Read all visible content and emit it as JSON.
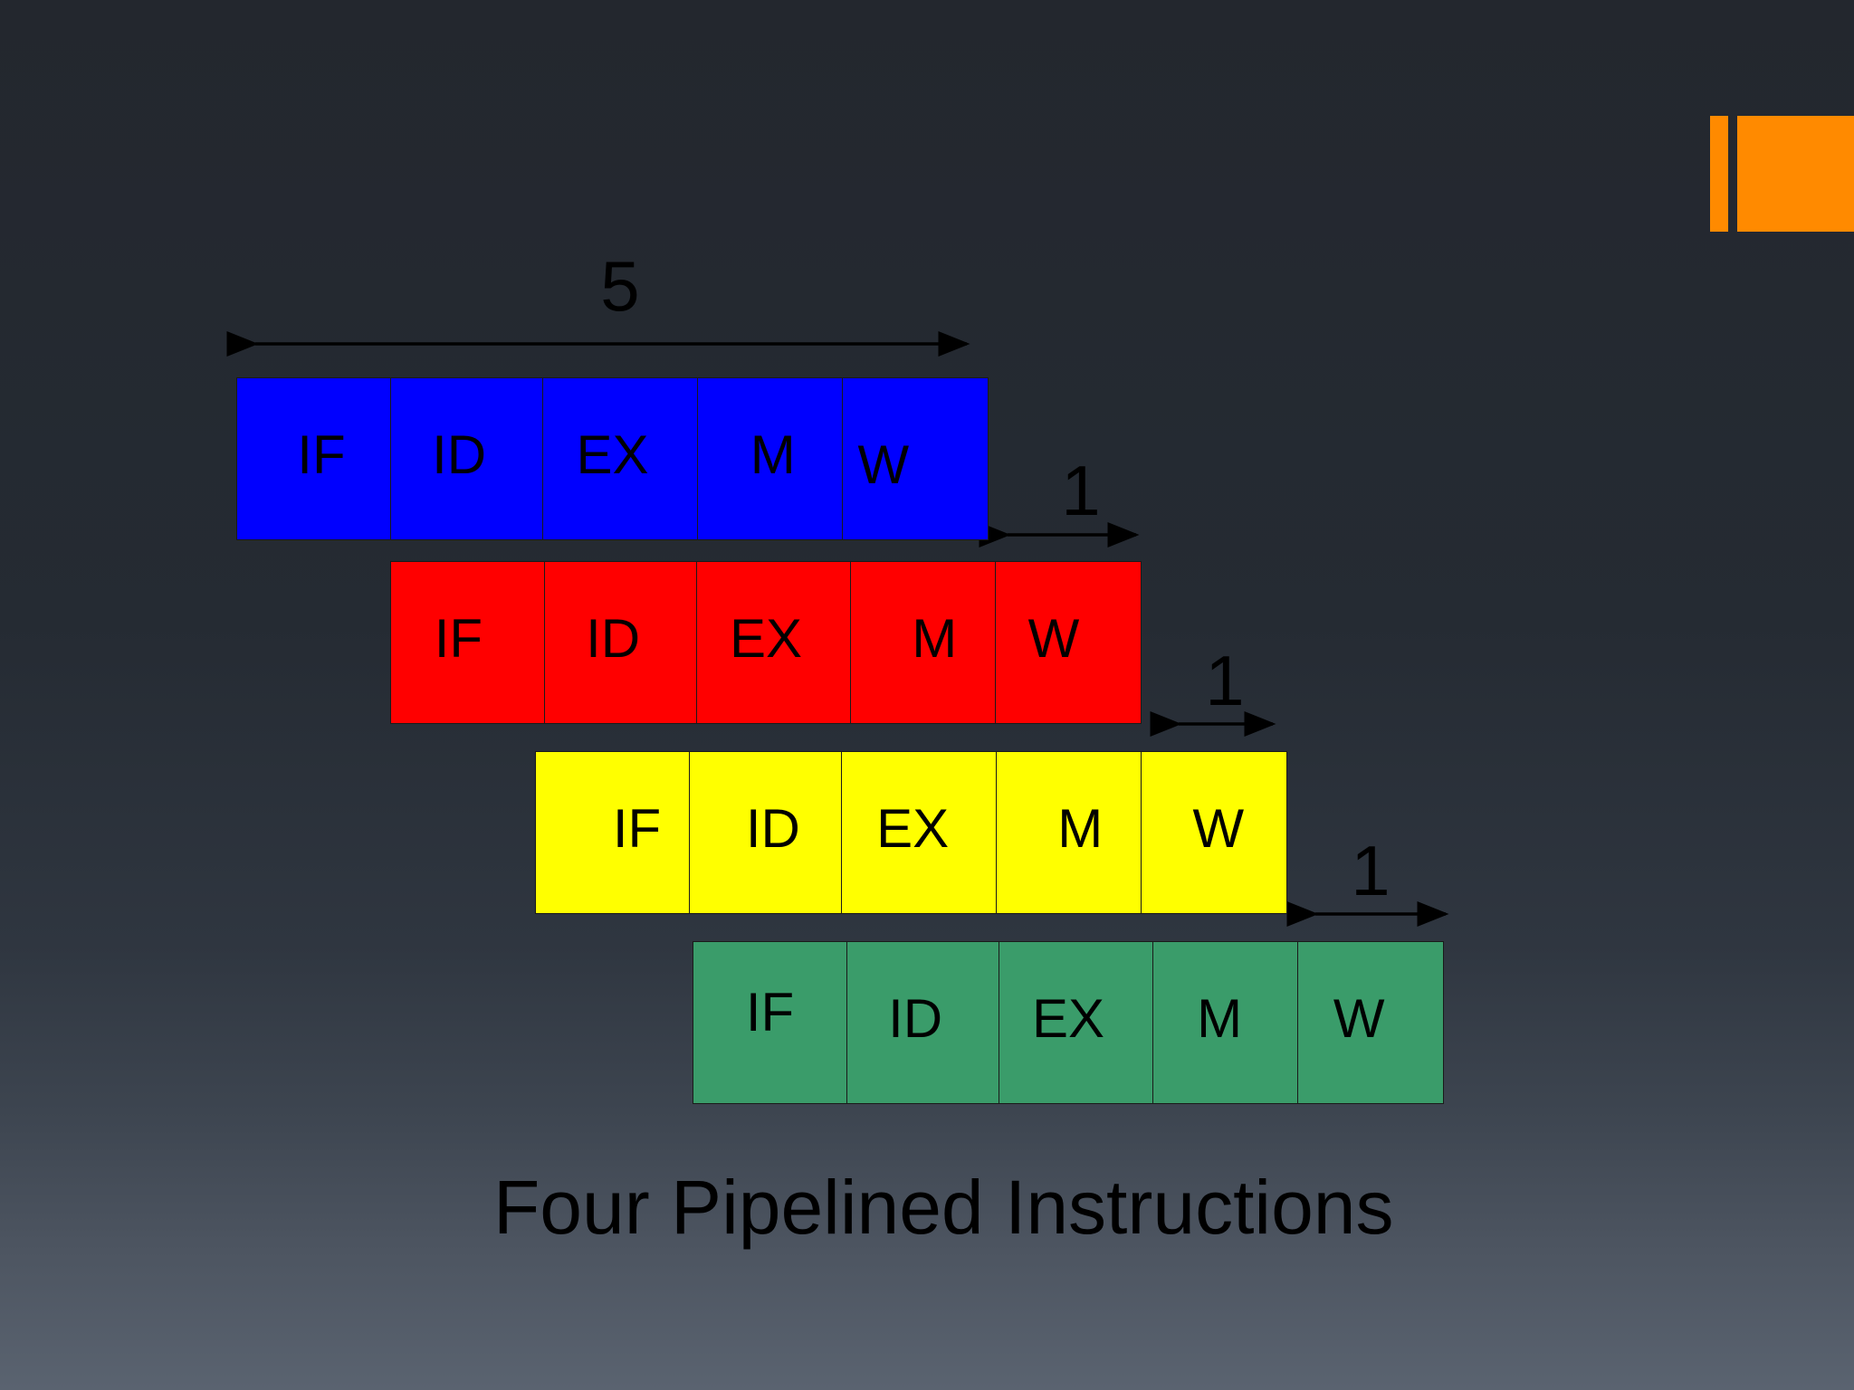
{
  "slide": {
    "accent_color": "#ff8a00",
    "caption": "Four Pipelined Instructions"
  },
  "dimensions": {
    "first_span": "5",
    "offset_1": "1",
    "offset_2": "1",
    "offset_3": "1"
  },
  "instructions": [
    {
      "color": "#0000ff",
      "stages": [
        "IF",
        "ID",
        "EX",
        "M",
        "W"
      ]
    },
    {
      "color": "#ff0000",
      "stages": [
        "IF",
        "ID",
        "EX",
        "M",
        "W"
      ]
    },
    {
      "color": "#ffff00",
      "stages": [
        "IF",
        "ID",
        "EX",
        "M",
        "W"
      ]
    },
    {
      "color": "#3a9c6a",
      "stages": [
        "IF",
        "ID",
        "EX",
        "M",
        "W"
      ]
    }
  ]
}
